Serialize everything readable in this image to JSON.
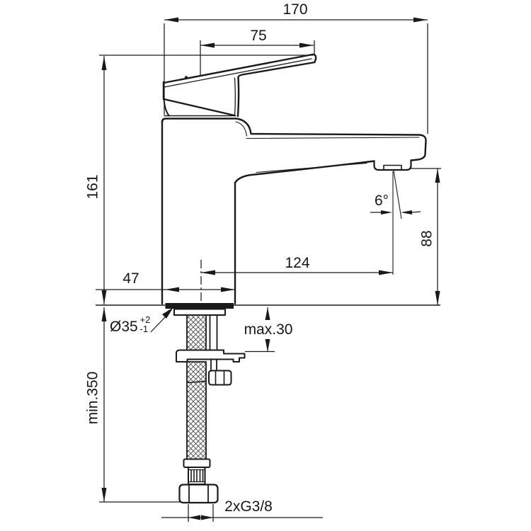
{
  "drawing": {
    "title": "Basin mixer faucet installation dimension drawing, side view",
    "units": "mm",
    "background": "#ffffff",
    "line_color": "#1a1a1a",
    "dimensions": {
      "overall_depth": "170",
      "handle_reach": "75",
      "height_to_handle_top": "161",
      "base_width": "47",
      "spout_reach": "124",
      "outlet_height": "88",
      "outlet_angle": "6°",
      "hole_diameter": "Ø35",
      "hole_tol_plus": "+2",
      "hole_tol_minus": "-1",
      "max_deck_thickness": "max.30",
      "min_length_below": "min.350",
      "supply_connection": "2xG3/8"
    }
  }
}
